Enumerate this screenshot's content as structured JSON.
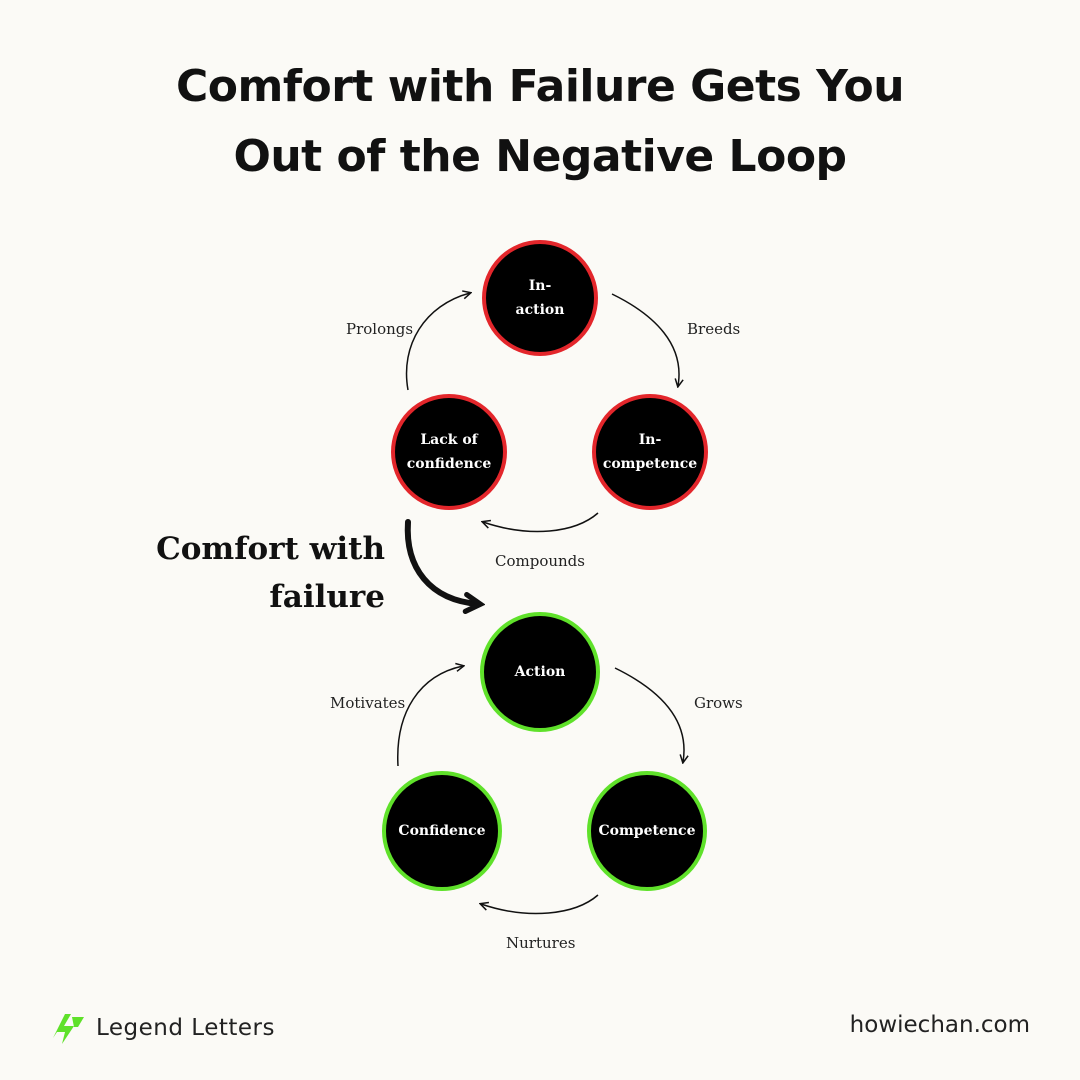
{
  "title": {
    "line1": "Comfort with Failure Gets You",
    "line2": "Out of the Negative Loop"
  },
  "negative_loop": {
    "nodes": {
      "top": "In-\naction",
      "right": "In-\ncompetence",
      "left": "Lack of\nconfidence"
    },
    "edges": {
      "top_to_right": "Breeds",
      "right_to_left": "Compounds",
      "left_to_top": "Prolongs"
    },
    "border_color": "#e3262b"
  },
  "transition_label": "Comfort with\nfailure",
  "positive_loop": {
    "nodes": {
      "top": "Action",
      "right": "Competence",
      "left": "Confidence"
    },
    "edges": {
      "top_to_right": "Grows",
      "right_to_left": "Nurtures",
      "left_to_top": "Motivates"
    },
    "border_color": "#5fe12a"
  },
  "footer": {
    "brand_icon": "lightning-bolt-icon",
    "brand_name": "Legend Letters",
    "website": "howiechan.com"
  }
}
